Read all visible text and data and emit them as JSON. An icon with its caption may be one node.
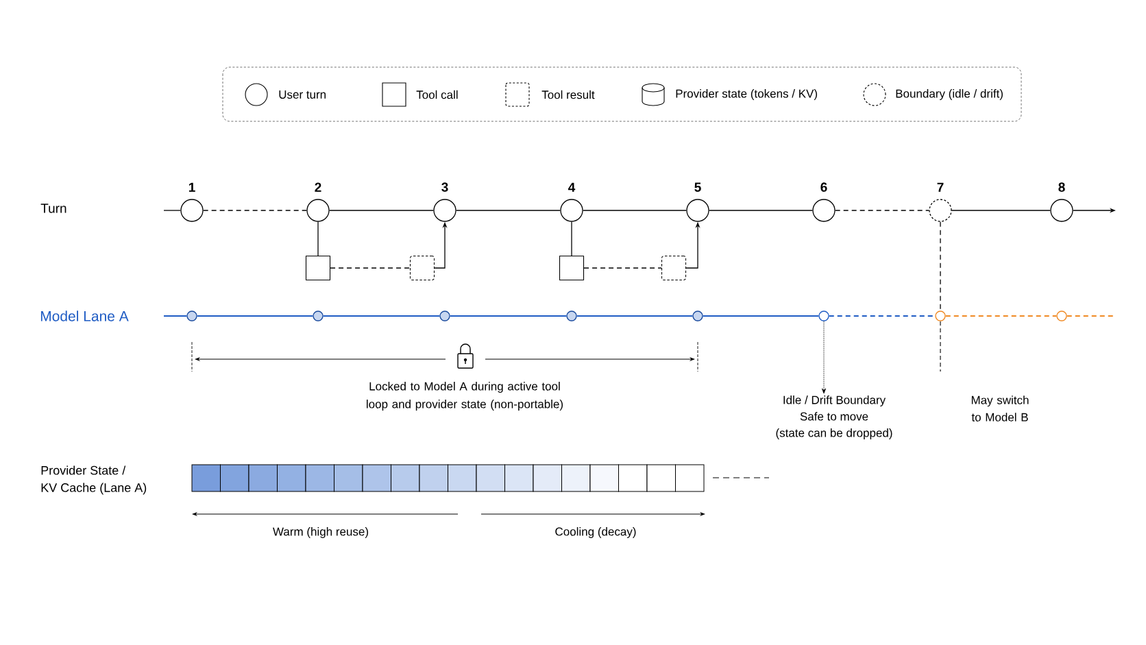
{
  "diagram": {
    "nodes": [
      {
        "text": [
          "1"
        ]
      },
      {
        "text": [
          "2"
        ]
      },
      {
        "text": [
          "3"
        ]
      },
      {
        "text": [
          "4"
        ]
      },
      {
        "text": [
          "5"
        ]
      },
      {
        "text": [
          "6"
        ]
      },
      {
        "text": [
          "7"
        ]
      },
      {
        "text": [
          "8"
        ]
      },
      {
        "text": [],
        "shape": "box"
      },
      {
        "text": [],
        "shape": "box"
      },
      {
        "text": [],
        "shape": "box"
      },
      {
        "text": [],
        "shape": "box"
      },
      {
        "text": [],
        "shape": "circle"
      },
      {
        "text": [],
        "shape": "circle"
      },
      {
        "text": [],
        "shape": "circle"
      },
      {
        "text": [],
        "shape": "circle"
      },
      {
        "text": [],
        "shape": "circle"
      },
      {
        "text": [],
        "shape": "circle"
      },
      {
        "text": [],
        "shape": "circle"
      },
      {
        "text": [],
        "shape": "circle"
      },
      {
        "text": [
          "Idle / Drift Boundary",
          "Safe to move",
          "(state can be dropped)"
        ]
      }
    ],
    "edges": [
      {
        "from": null,
        "to": 0,
        "arrow": "none"
      },
      {
        "from": 0,
        "to": 1,
        "arrow": "none",
        "style": "dashed"
      },
      {
        "from": 1,
        "to": 2,
        "arrow": "none"
      },
      {
        "from": 2,
        "to": 3,
        "arrow": "none"
      },
      {
        "from": 3,
        "to": 4,
        "arrow": "none"
      },
      {
        "from": 4,
        "to": 5,
        "arrow": "none"
      },
      {
        "from": 5,
        "to": 6,
        "arrow": "none",
        "style": "dashed"
      },
      {
        "from": 6,
        "to": 7,
        "arrow": "none"
      },
      {
        "from": 7,
        "to": null,
        "arrow": "to"
      },
      {
        "from": 1,
        "to": 8,
        "arrow": "none"
      },
      {
        "from": 8,
        "to": 9,
        "arrow": "none",
        "style": "dashed"
      },
      {
        "from": 9,
        "to": 2,
        "arrow": "to"
      },
      {
        "from": 3,
        "to": 10,
        "arrow": "none"
      },
      {
        "from": 10,
        "to": 11,
        "arrow": "none",
        "style": "dashed"
      },
      {
        "from": 11,
        "to": 4,
        "arrow": "to"
      },
      {
        "from": null,
        "to": 12,
        "arrow": "none",
        "color": "#1f5cc4"
      },
      {
        "from": 12,
        "to": 13,
        "arrow": "none",
        "color": "#1f5cc4"
      },
      {
        "from": 13,
        "to": 14,
        "arrow": "none",
        "color": "#1f5cc4"
      },
      {
        "from": 14,
        "to": 15,
        "arrow": "none",
        "color": "#1f5cc4"
      },
      {
        "from": 15,
        "to": 16,
        "arrow": "none",
        "color": "#1f5cc4"
      },
      {
        "from": 16,
        "to": 17,
        "arrow": "none",
        "color": "#1f5cc4"
      },
      {
        "from": 17,
        "to": 18,
        "arrow": "none",
        "style": "dashed",
        "color": "#1f5cc4"
      },
      {
        "from": 18,
        "to": 19,
        "arrow": "none",
        "style": "dashed",
        "color": "#f08a24"
      },
      {
        "from": 19,
        "to": null,
        "arrow": "none",
        "style": "dashed",
        "color": "#f08a24"
      },
      {
        "from": 6,
        "to": 18,
        "arrow": "none",
        "style": "dashed"
      },
      {
        "from": 17,
        "to": 20,
        "arrow": "to",
        "style": "dashed"
      }
    ],
    "labels": [
      "Turn",
      "Model Lane A",
      "Locked to Model A during active tool loop and provider state (non-portable)",
      "May switch to Model B",
      "Provider State /",
      "KV Cache (Lane A)",
      "Warm (high reuse)",
      "Cooling (decay)"
    ],
    "legend": [
      {
        "text": "User turn"
      },
      {
        "text": "Tool call"
      },
      {
        "text": "Tool result"
      },
      {
        "text": "Provider state (tokens / KV)"
      },
      {
        "text": "Boundary (idle / drift)"
      }
    ]
  }
}
